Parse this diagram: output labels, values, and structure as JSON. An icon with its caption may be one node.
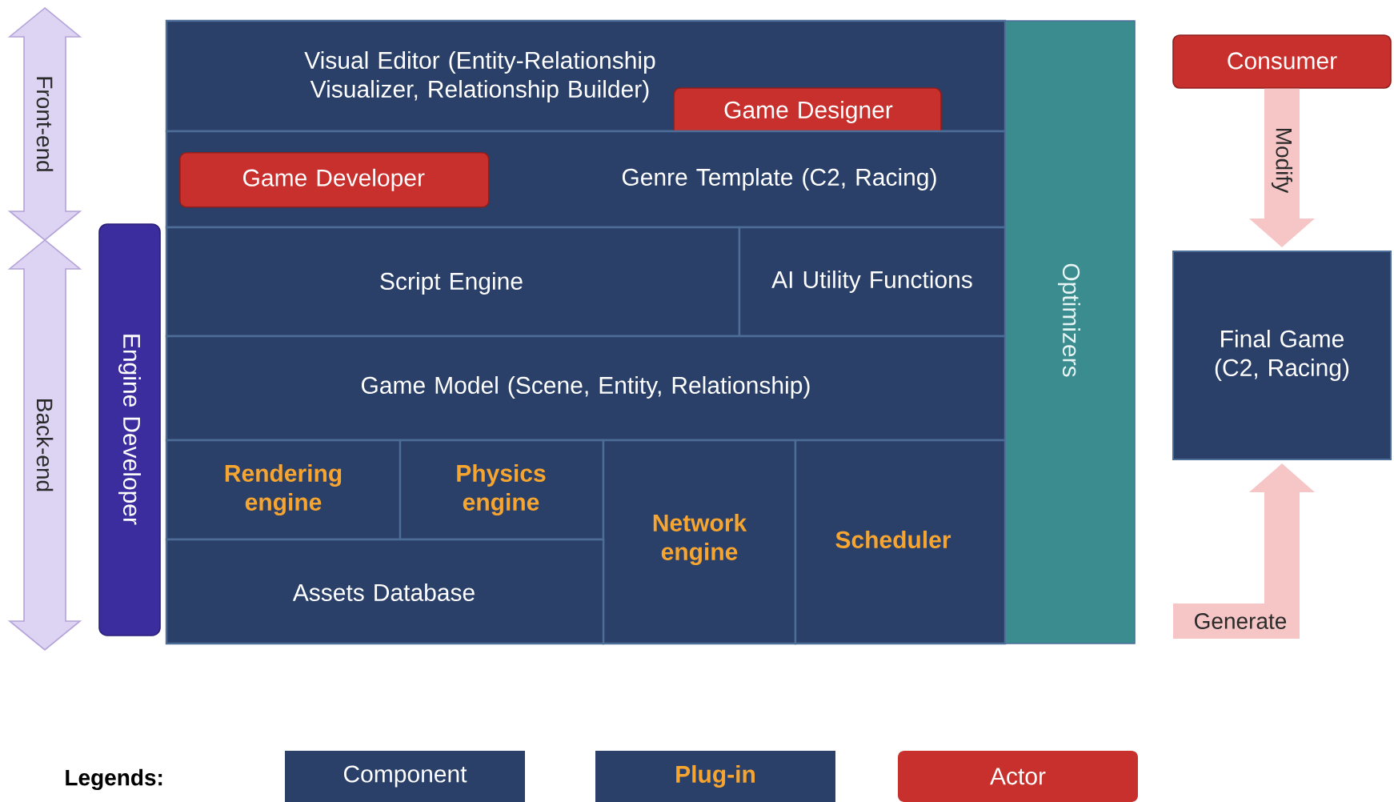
{
  "diagram": {
    "nodes": [
      {
        "text": [
          "Visual Editor (Entity-Relationship Visualizer, Relationship Builder)"
        ]
      },
      {
        "text": [
          "Game Designer"
        ]
      },
      {
        "text": [
          "Genre Template (C2, Racing)"
        ]
      },
      {
        "text": [
          "Game Developer"
        ],
        "in": 2
      },
      {
        "text": [
          "Script Engine"
        ]
      },
      {
        "text": [
          "AI Utility Functions"
        ]
      },
      {
        "text": [
          "Game Model (Scene, Entity, Relationship)"
        ]
      },
      {
        "text": [
          "Rendering engine"
        ]
      },
      {
        "text": [
          "Physics engine"
        ]
      },
      {
        "text": [
          "Network engine"
        ]
      },
      {
        "text": [
          "Scheduler"
        ]
      },
      {
        "text": [
          "Assets Database"
        ]
      },
      {
        "text": [
          "Optimizers"
        ]
      },
      {
        "text": [
          "Engine Developer"
        ]
      },
      {
        "text": [
          "Consumer"
        ]
      },
      {
        "text": [
          "Final Game (C2, Racing)"
        ]
      }
    ],
    "edges": [
      {
        "from": 14,
        "to": 15,
        "arrow": "to",
        "label": "Modify"
      },
      {
        "from": null,
        "to": 15,
        "arrow": "to",
        "label": "Generate"
      }
    ],
    "labels": [
      "Front-end",
      "Back-end",
      "Legends:"
    ],
    "legend": [
      {
        "text": "Component",
        "color": "#2b4068"
      },
      {
        "text": "Plug-in",
        "color": "#2b4068"
      },
      {
        "text": "Actor",
        "color": "#c8302d"
      }
    ]
  }
}
